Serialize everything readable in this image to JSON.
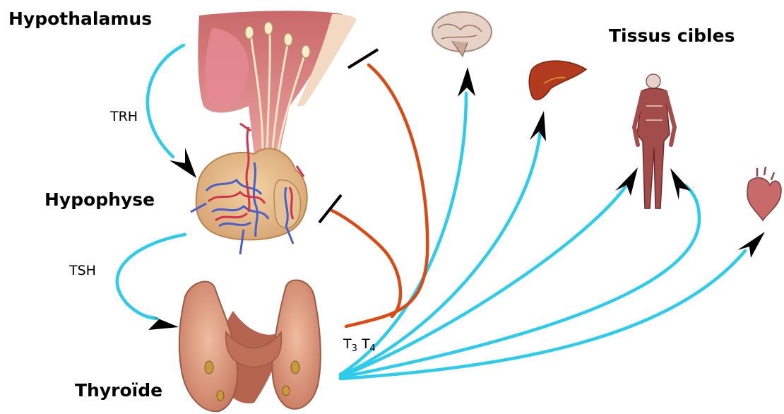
{
  "labels": {
    "hypothalamus": "Hypothalamus",
    "hypophyse": "Hypophyse",
    "thyroide": "Thyroïde",
    "tissus_cibles": "Tissus cibles",
    "trh": "TRH",
    "tsh": "TSH",
    "t3_main": "T",
    "t3_sub": "3",
    "t4_main": "T",
    "t4_sub": "4"
  },
  "colors": {
    "stimulation_arrow": "#2ecbea",
    "inhibition_arrow": "#d94a14",
    "arrowhead": "#000000"
  },
  "icons": [
    "brain-icon",
    "liver-icon",
    "body-muscle-icon",
    "heart-icon",
    "hypothalamus-illustration",
    "pituitary-illustration",
    "thyroid-illustration"
  ]
}
